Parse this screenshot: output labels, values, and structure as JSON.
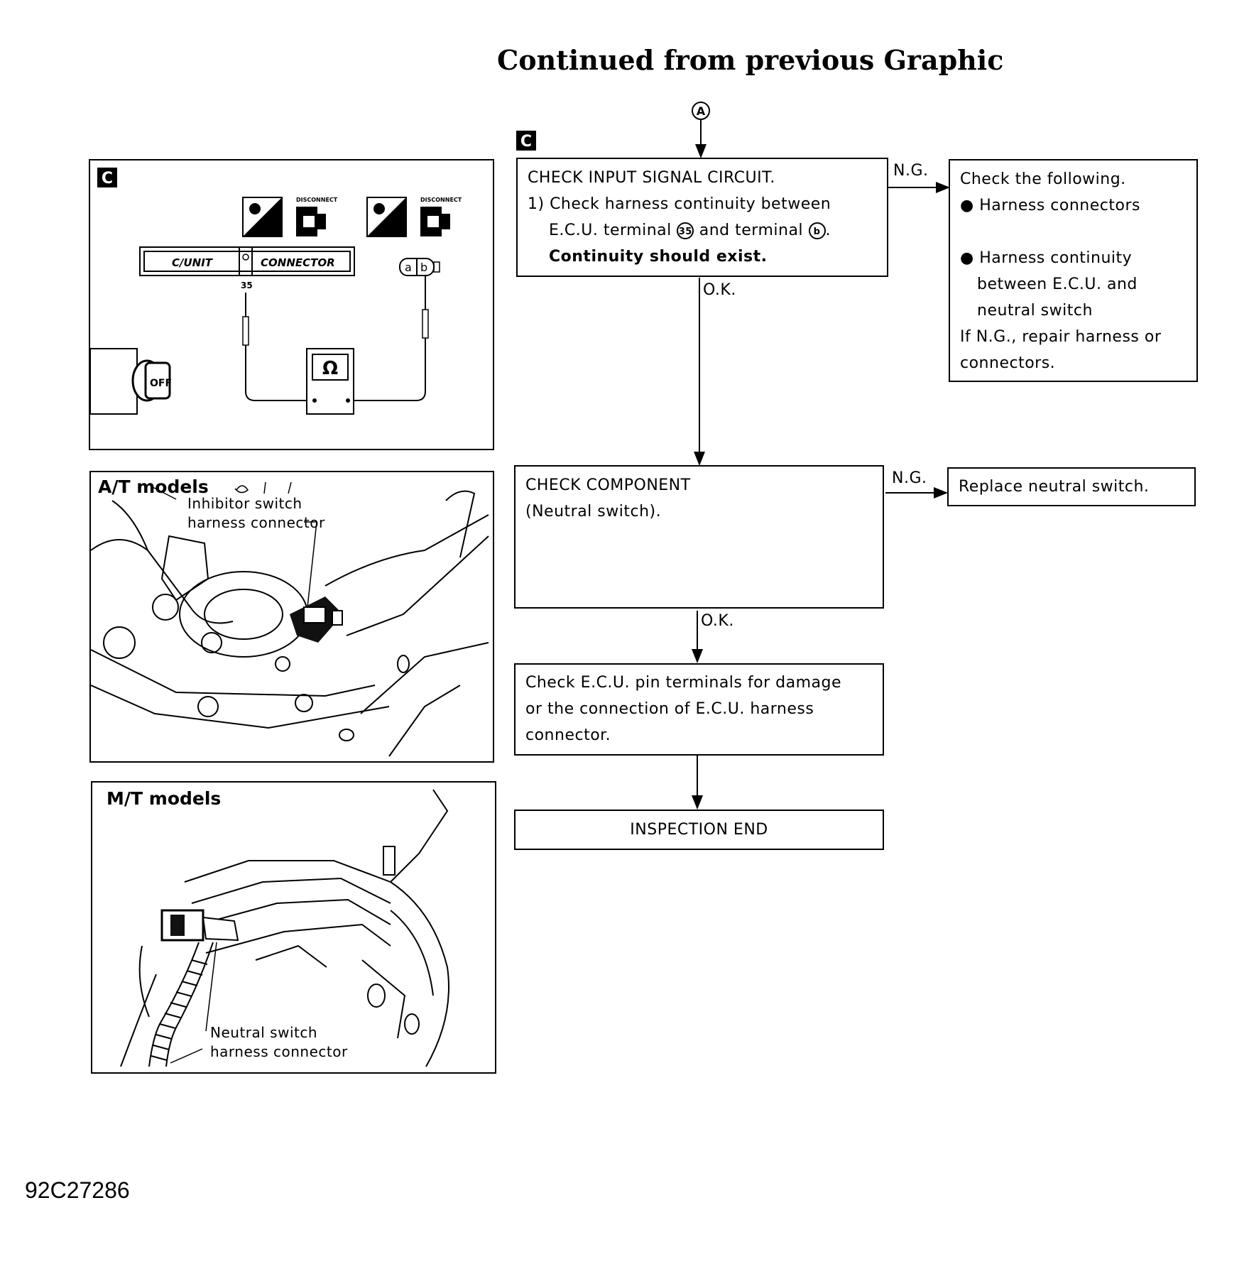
{
  "header": {
    "title": "Continued from previous Graphic"
  },
  "flow": {
    "connector_a": "A",
    "section_tag": "C",
    "box1": {
      "line1": "CHECK INPUT SIGNAL CIRCUIT.",
      "line2": "1) Check harness continuity between",
      "line3_a": "E.C.U. terminal",
      "terminal_35": "35",
      "line3_b": "and terminal",
      "terminal_b": "b",
      "line3_c": ".",
      "line4": "Continuity should exist."
    },
    "ng_label_1": "N.G.",
    "ok_label_1": "O.K.",
    "ng_box1": {
      "line1": "Check the following.",
      "bullet1": "Harness connectors",
      "bullet2_l1": "Harness continuity",
      "bullet2_l2": "between E.C.U. and",
      "bullet2_l3": "neutral switch",
      "line_last1": "If N.G., repair harness or",
      "line_last2": "connectors."
    },
    "box2": {
      "line1": "CHECK COMPONENT",
      "line2": "(Neutral switch)."
    },
    "ng_label_2": "N.G.",
    "ng_box2": {
      "line1": "Replace neutral switch."
    },
    "ok_label_2": "O.K.",
    "box3": {
      "line1": "Check E.C.U. pin terminals for damage",
      "line2": "or the connection of E.C.U. harness",
      "line3": "connector."
    },
    "end_box": {
      "label": "INSPECTION END"
    }
  },
  "panels": {
    "circuit": {
      "tag": "C",
      "disconnect_1": "DISCONNECT",
      "disconnect_2": "DISCONNECT",
      "cunit_label": "C/UNIT",
      "connector_label": "CONNECTOR",
      "pin_label": "35",
      "ohm_symbol": "Ω",
      "terminal_a": "a",
      "terminal_b": "b",
      "ignition_label": "OFF"
    },
    "at_models": {
      "label": "A/T models",
      "callout_l1": "Inhibitor switch",
      "callout_l2": "harness connector"
    },
    "mt_models": {
      "label": "M/T models",
      "callout_l1": "Neutral switch",
      "callout_l2": "harness connector"
    }
  },
  "footer": {
    "code": "92C27286"
  }
}
